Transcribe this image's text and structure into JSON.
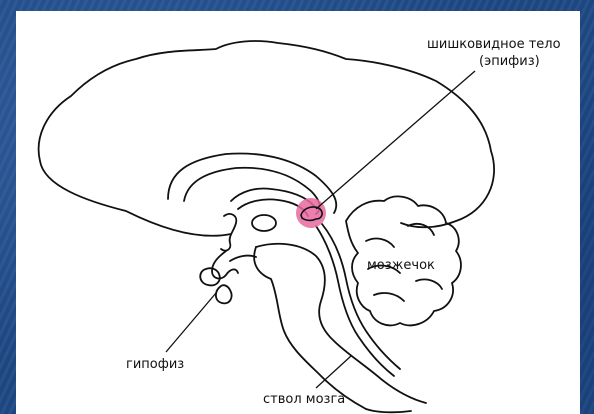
{
  "diagram": {
    "labels": {
      "pineal_line1": "шишковидное тело",
      "pineal_line2": "(эпифиз)",
      "cerebellum": "мозжечок",
      "pituitary": "гипофиз",
      "brainstem": "ствол мозга"
    },
    "colors": {
      "background": "#1f4a86",
      "pineal_highlight": "#e86aa0",
      "outline": "#111111"
    }
  }
}
